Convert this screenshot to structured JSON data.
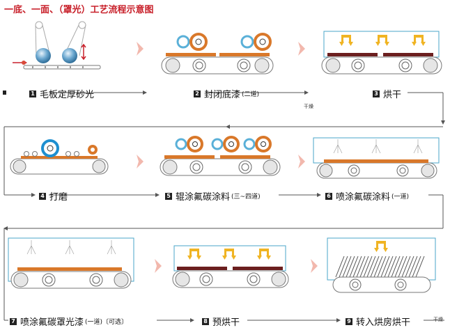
{
  "title": "一底、一面、（罩光）工艺流程示意图",
  "colors": {
    "title": "#c8202a",
    "orange": "#d9782a",
    "blue_frame": "#4aa6c8",
    "arrow_pink": "#f2b8ad",
    "heater_yellow": "#f0b423",
    "roller_blue": "#5ab0d8"
  },
  "steps": [
    {
      "num": "1",
      "label": "毛板定厚砂光",
      "sub": ""
    },
    {
      "num": "2",
      "label": "封闭底漆",
      "sub": "(二道)"
    },
    {
      "num": "3",
      "label": "烘干",
      "sub": ""
    },
    {
      "num": "4",
      "label": "打磨",
      "sub": ""
    },
    {
      "num": "5",
      "label": "辊涂氟碳涂料",
      "sub": "(三~四道)"
    },
    {
      "num": "6",
      "label": "喷涂氟碳涂料",
      "sub": "(一道)"
    },
    {
      "num": "7",
      "label": "喷涂氟碳罩光漆",
      "sub": "(一道)〔可选〕"
    },
    {
      "num": "8",
      "label": "预烘干",
      "sub": ""
    },
    {
      "num": "9",
      "label": "转入烘房烘干",
      "sub": ""
    }
  ],
  "notes": {
    "after_step2": "干燥",
    "after_step9": "干燥"
  }
}
